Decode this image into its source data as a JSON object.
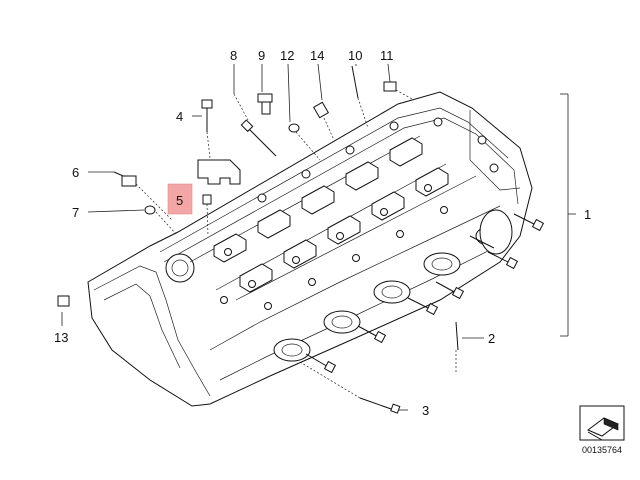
{
  "callouts": {
    "c1": "1",
    "c2": "2",
    "c3": "3",
    "c4": "4",
    "c5": "5",
    "c6": "6",
    "c7": "7",
    "c8": "8",
    "c9": "9",
    "c10": "10",
    "c11": "11",
    "c12": "12",
    "c13": "13",
    "c14": "14"
  },
  "highlight_color": "#f4a6a6",
  "catalog_number": "00135764"
}
